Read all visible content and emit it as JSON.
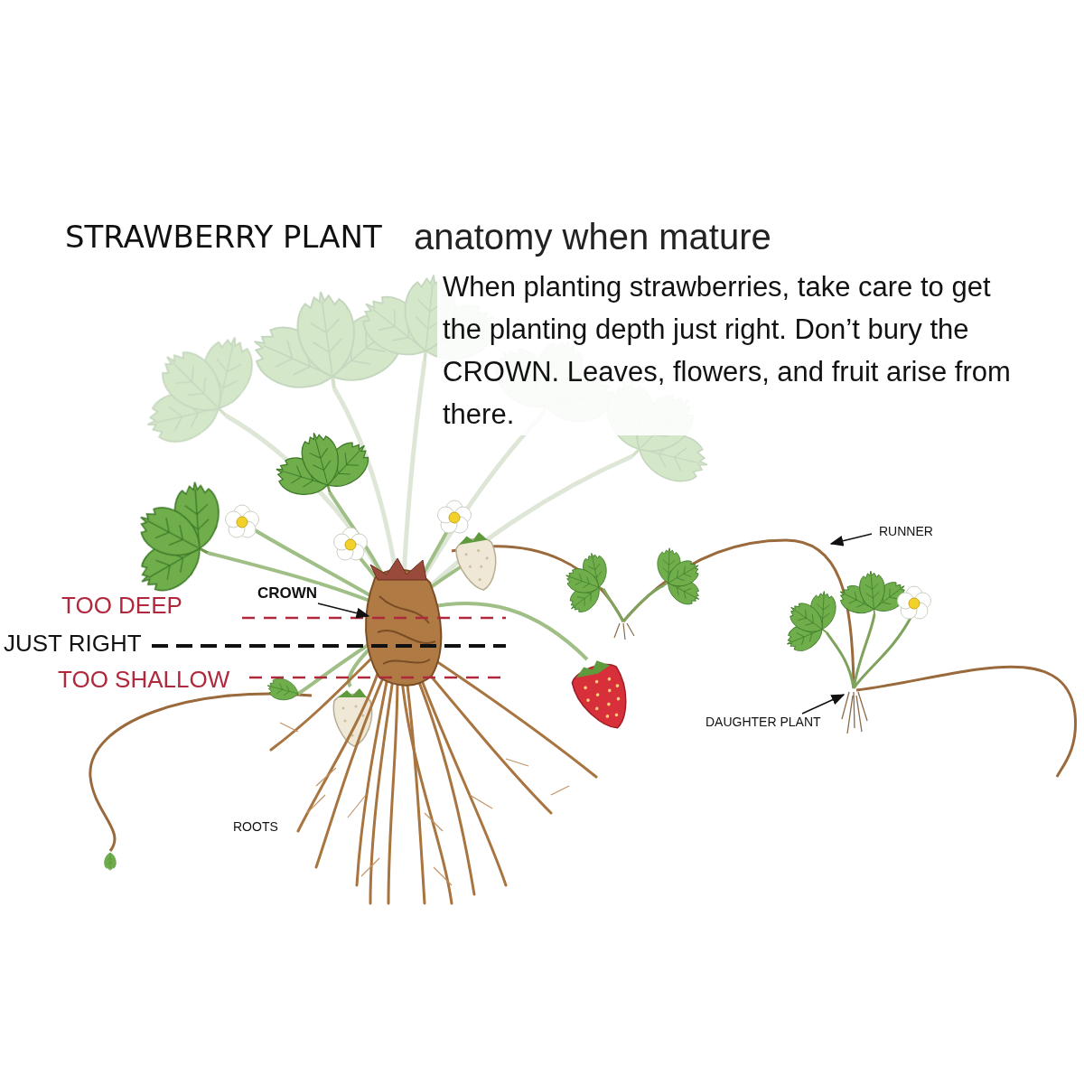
{
  "diagram": {
    "title": "STRAWBERRY PLANT",
    "labels": [
      "anatomy when mature",
      "When planting strawberries, take care to get the planting depth just right. Don’t bury the CROWN. Leaves, flowers, and fruit arise from there.",
      "CROWN",
      "TOO DEEP",
      "JUST RIGHT",
      "TOO SHALLOW",
      "RUNNER",
      "DAUGHTER PLANT",
      "ROOTS"
    ]
  }
}
